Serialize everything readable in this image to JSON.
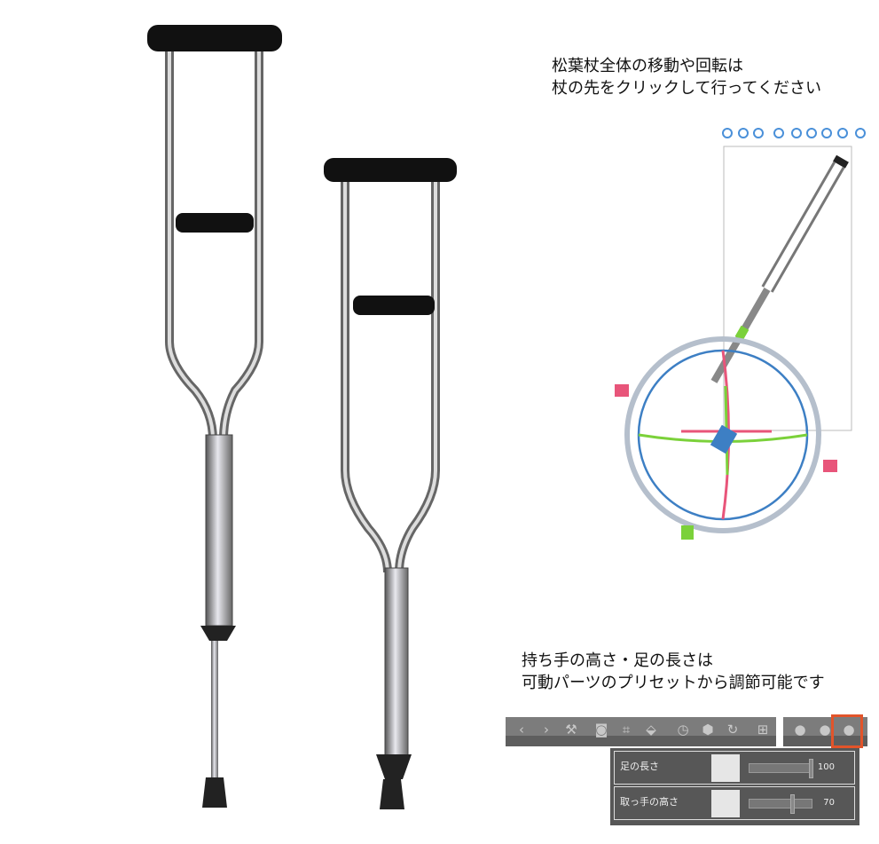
{
  "notes": {
    "move_rotate": [
      "松葉杖全体の移動や回転は",
      "杖の先をクリックして行ってください"
    ],
    "adjust": [
      "持ち手の高さ・足の長さは",
      "可動パーツのプリセットから調節可能です"
    ]
  },
  "gizmo_toolbar_icons": [
    "camera-rotate-icon",
    "camera-pan-icon",
    "camera-dolly-icon",
    "move-icon",
    "rotate-icon",
    "object-rotate-icon",
    "object-pan-icon",
    "object-scale-icon",
    "reset-icon"
  ],
  "toolbar": {
    "icons": [
      "back-icon",
      "forward-icon",
      "wrench-icon",
      "camera-icon",
      "fit-icon",
      "ground-icon",
      "rotation-reset-icon",
      "object-reset-icon",
      "rotate-reset-icon",
      "lock-add-icon",
      "pose-icon",
      "body-icon",
      "movable-parts-icon"
    ],
    "highlight_color": "#e2542a"
  },
  "presets": [
    {
      "label": "足の長さ",
      "value": "100",
      "fraction": 1.0
    },
    {
      "label": "取っ手の高さ",
      "value": "70",
      "fraction": 0.7
    }
  ]
}
